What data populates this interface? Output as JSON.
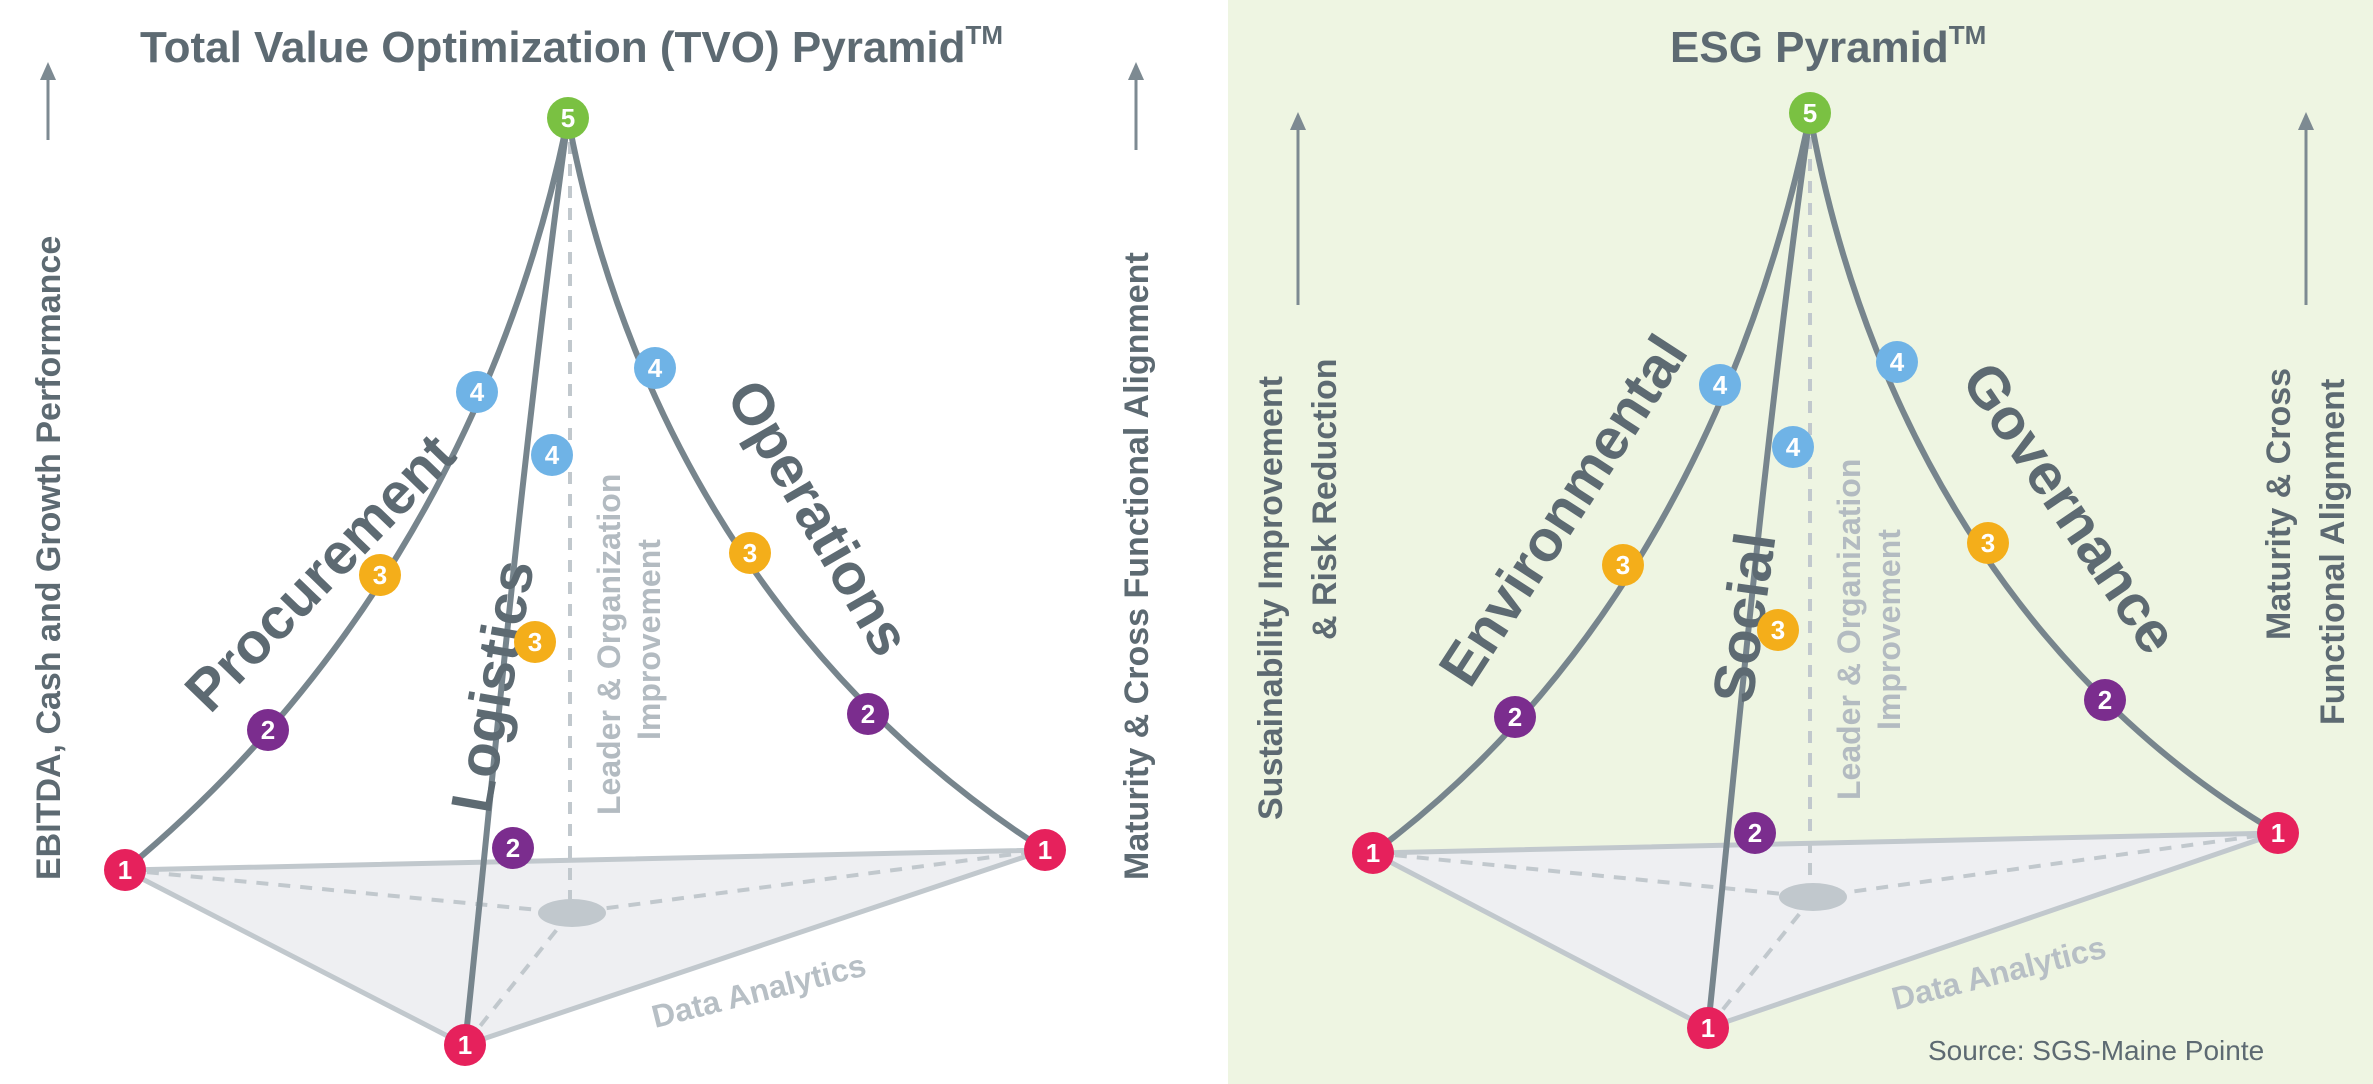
{
  "colors": {
    "level1": "#e6215c",
    "level2": "#7b2d8e",
    "level3": "#f4ae1a",
    "level4": "#6fb3e6",
    "level5": "#7ac142",
    "text": "#5d6a72",
    "light_text": "#b3bbc1",
    "right_background": "#eef5e2"
  },
  "left": {
    "title": "Total Value Optimization (TVO) Pyramid",
    "title_tm": "TM",
    "axis_left": "EBITDA, Cash and Growth Performance",
    "axis_right": "Maturity & Cross Functional Alignment",
    "edge_labels": {
      "left": "Procurement",
      "middle": "Logistics",
      "right": "Operations"
    },
    "leader_line1": "Leader & Organization",
    "leader_line2": "Improvement",
    "base_label": "Data Analytics"
  },
  "right": {
    "title": "ESG Pyramid",
    "title_tm": "TM",
    "axis_left_line1": "Sustainability Improvement",
    "axis_left_line2": "& Risk Reduction",
    "axis_right_line1": "Maturity & Cross",
    "axis_right_line2": "Functional Alignment",
    "edge_labels": {
      "left": "Environmental",
      "middle": "Social",
      "right": "Governance"
    },
    "leader_line1": "Leader & Organization",
    "leader_line2": "Improvement",
    "base_label": "Data Analytics",
    "source": "Source: SGS-Maine Pointe"
  },
  "levels": {
    "l1": "1",
    "l2": "2",
    "l3": "3",
    "l4": "4",
    "l5": "5"
  }
}
